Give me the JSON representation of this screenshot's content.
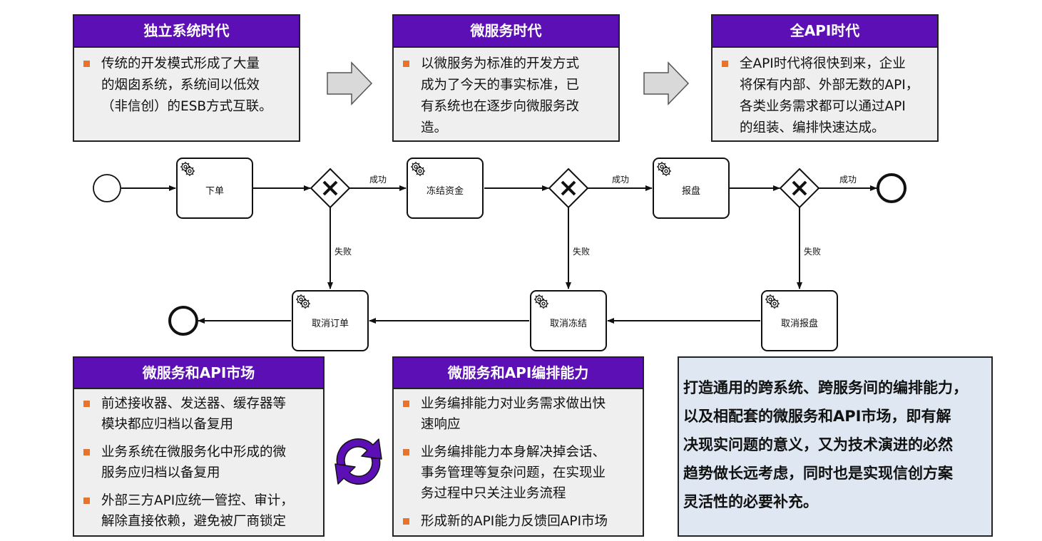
{
  "eras": [
    {
      "title": "独立系统时代",
      "lines": [
        "传统的开发模式形成了大量",
        "的烟囱系统，系统间以低效",
        "（非信创）的ESB方式互联。"
      ]
    },
    {
      "title": "微服务时代",
      "lines": [
        "以微服务为标准的开发方式",
        "成为了今天的事实标准，已",
        "有系统也在逐步向微服务改",
        "造。"
      ]
    },
    {
      "title": "全API时代",
      "lines": [
        "全API时代将很快到来，企业",
        "将保有内部、外部无数的API，",
        "各类业务需求都可以通过API",
        "的组装、编排快速达成。"
      ]
    }
  ],
  "process": {
    "tasks": [
      "下单",
      "冻结资金",
      "报盘",
      "取消订单",
      "取消冻结",
      "取消报盘"
    ],
    "gateway_symbol": "X",
    "success_label": "成功",
    "fail_label": "失败"
  },
  "market": {
    "title": "微服务和API市场",
    "items": [
      [
        "前述接收器、发送器、缓存器等",
        "模块都应归档以备复用"
      ],
      [
        "业务系统在微服务化中形成的微",
        "服务应归档以备复用"
      ],
      [
        "外部三方API应统一管控、审计，",
        "解除直接依赖，避免被厂商锁定"
      ]
    ]
  },
  "orchestration": {
    "title": "微服务和API编排能力",
    "items": [
      [
        "业务编排能力对业务需求做出快",
        "速响应"
      ],
      [
        "业务编排能力本身解决掉会话、",
        "事务管理等复杂问题，在实现业",
        "务过程中只关注业务流程"
      ],
      [
        "形成新的API能力反馈回API市场"
      ]
    ]
  },
  "summary": {
    "lines": [
      "打造通用的跨系统、跨服务间的编排能力，",
      "以及相配套的微服务和API市场，即有解",
      "决现实问题的意义，又为技术演进的必然",
      "趋势做长远考虑，同时也是实现信创方案",
      "灵活性的必要补充。"
    ]
  },
  "colors": {
    "header_bg": "#5b0fb5",
    "bullet": "#e8742c",
    "panel_bg": "#efefef",
    "summary_bg": "#dfe8f2",
    "cycle": "#5b0fb5"
  },
  "icons": [
    "gear-icon",
    "right-arrow-icon",
    "cycle-arrows-icon"
  ]
}
